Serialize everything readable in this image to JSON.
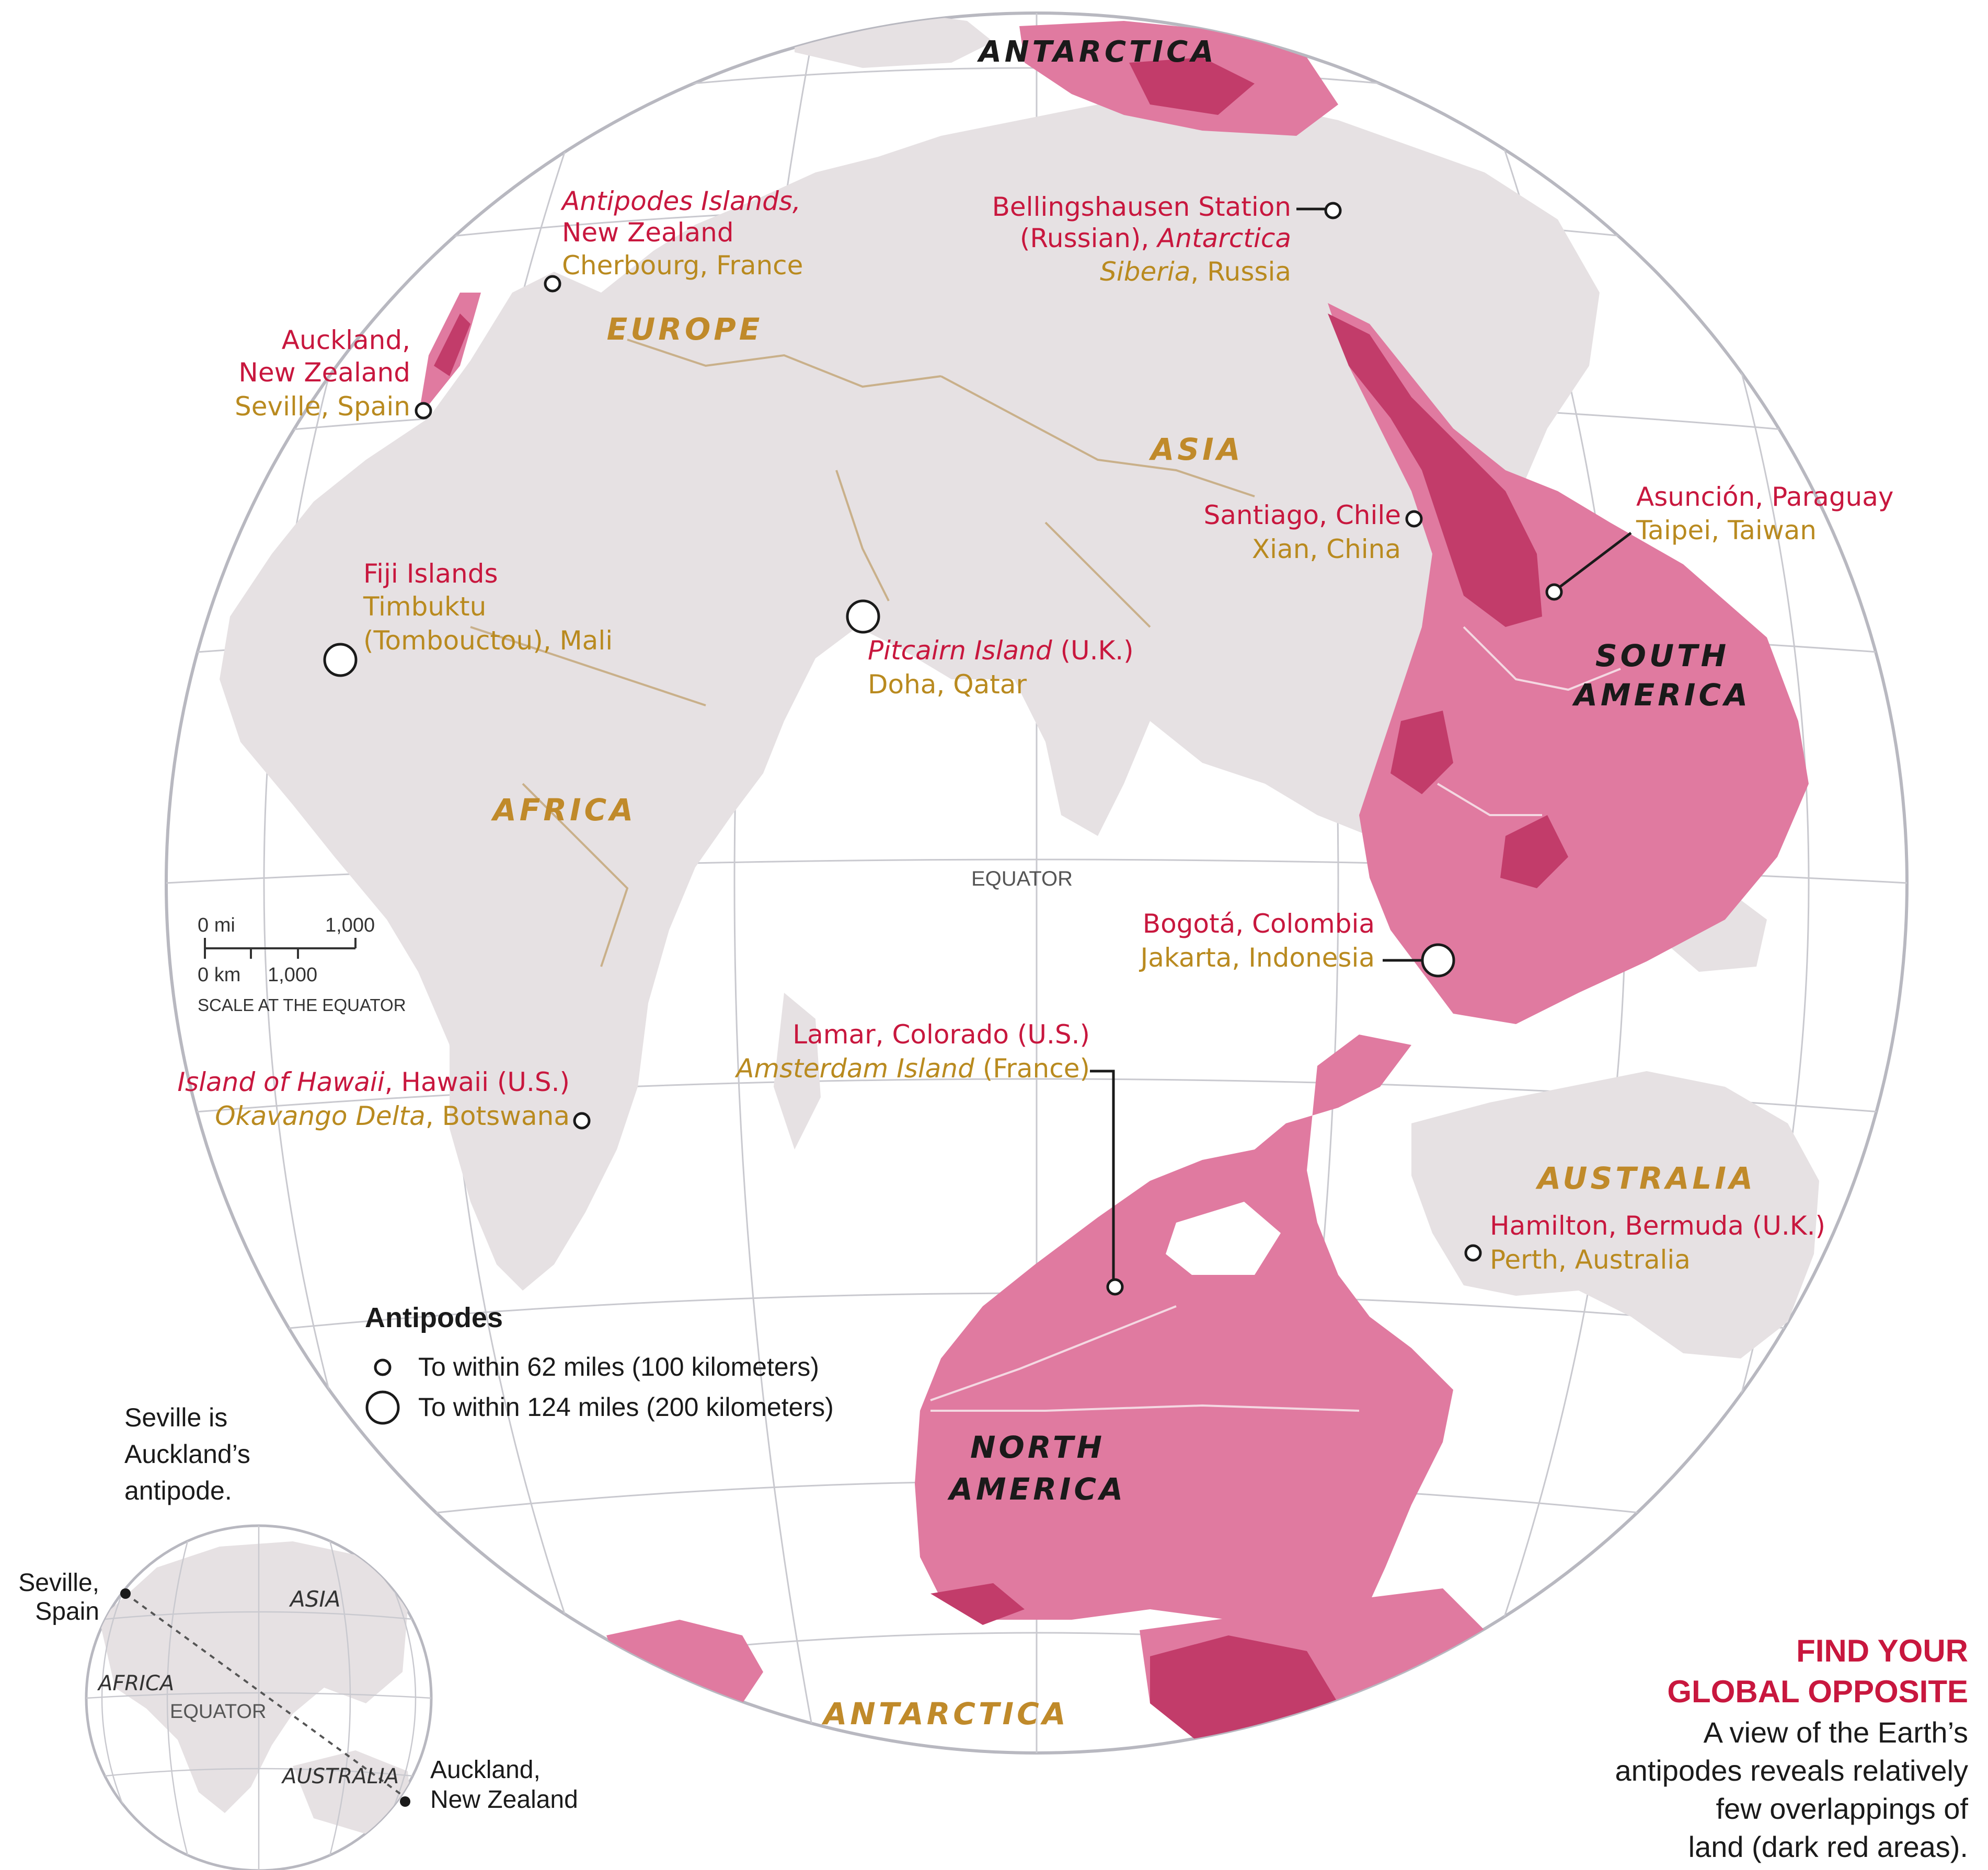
{
  "colors": {
    "land_gray": "#e6e1e3",
    "antipode_pink": "#e07aa0",
    "overlap_dark": "#c23c6a",
    "label_red": "#c8173e",
    "label_gold": "#b98a1f",
    "continent_gold": "#c08a2a",
    "grid": "#c9c9cf",
    "border": "#c9b08a"
  },
  "oceans_note": "",
  "continents": {
    "antarctica_top": "ANTARCTICA",
    "europe": "EUROPE",
    "asia": "ASIA",
    "africa": "AFRICA",
    "south_america_line1": "SOUTH",
    "south_america_line2": "AMERICA",
    "north_america_line1": "NORTH",
    "north_america_line2": "AMERICA",
    "australia": "AUSTRALIA",
    "antarctica_bottom": "ANTARCTICA"
  },
  "equator_label": "EQUATOR",
  "places": {
    "antipodes_islands_1": "Antipodes Islands,",
    "antipodes_islands_2": "New Zealand",
    "cherbourg": "Cherbourg, France",
    "bellingshausen_1": "Bellingshausen Station",
    "bellingshausen_2a": "(Russian), ",
    "bellingshausen_2b": "Antarctica",
    "siberia_a": "Siberia",
    "siberia_b": ", Russia",
    "auckland_1": "Auckland,",
    "auckland_2": "New Zealand",
    "seville": "Seville, Spain",
    "santiago": "Santiago, Chile",
    "xian": "Xian, China",
    "asuncion": "Asunción, Paraguay",
    "taipei": "Taipei, Taiwan",
    "fiji": "Fiji Islands",
    "timbuktu_1": "Timbuktu",
    "timbuktu_2": "(Tombouctou), Mali",
    "pitcairn_a": "Pitcairn Island",
    "pitcairn_b": " (U.K.)",
    "doha": "Doha, Qatar",
    "bogota": "Bogotá, Colombia",
    "jakarta": "Jakarta, Indonesia",
    "lamar": "Lamar, Colorado (U.S.)",
    "amsterdam_a": "Amsterdam Island",
    "amsterdam_b": " (France)",
    "hawaii_a": "Island of Hawaii",
    "hawaii_b": ", Hawaii (U.S.)",
    "okavango_a": "Okavango Delta",
    "okavango_b": ", Botswana",
    "hamilton": "Hamilton, Bermuda (U.K.)",
    "perth": "Perth, Australia"
  },
  "scale": {
    "mi_zero": "0 mi",
    "mi_value": "1,000",
    "km_zero": "0 km",
    "km_value": "1,000",
    "caption": "SCALE AT THE EQUATOR"
  },
  "legend": {
    "title": "Antipodes",
    "small": "To within 62 miles (100 kilometers)",
    "large": "To within 124 miles (200 kilometers)"
  },
  "inset": {
    "caption_1": "Seville is",
    "caption_2": "Auckland’s",
    "caption_3": "antipode.",
    "seville_1": "Seville,",
    "seville_2": "Spain",
    "asia": "ASIA",
    "africa": "AFRICA",
    "equator": "EQUATOR",
    "australia": "AUSTRALIA",
    "auckland_1": "Auckland,",
    "auckland_2": "New Zealand"
  },
  "title_block": {
    "title_1": "FIND YOUR",
    "title_2": "GLOBAL OPPOSITE",
    "body_1": "A view of the Earth’s",
    "body_2": "antipodes reveals relatively",
    "body_3": "few overlappings of",
    "body_4": "land (dark red areas)."
  }
}
